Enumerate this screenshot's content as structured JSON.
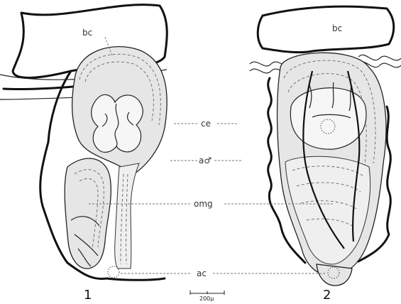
{
  "labels": {
    "bc_left": "bc",
    "bc_right": "bc",
    "ce": "ce",
    "a_male": "a♂",
    "omg": "omg",
    "ac": "ac"
  },
  "figures": {
    "fig1": "1",
    "fig2": "2"
  },
  "scale_bar": {
    "label": "200µ"
  }
}
